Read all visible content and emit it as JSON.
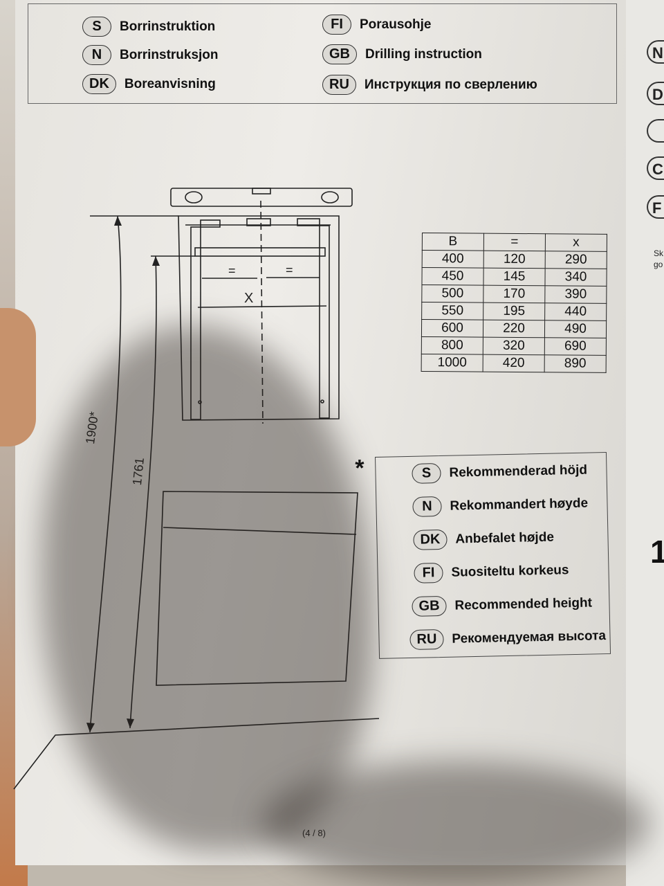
{
  "languages": [
    {
      "code": "S",
      "label": "Borrinstruktion"
    },
    {
      "code": "N",
      "label": "Borrinstruksjon"
    },
    {
      "code": "DK",
      "label": "Boreanvisning"
    },
    {
      "code": "FI",
      "label": "Porausohje"
    },
    {
      "code": "GB",
      "label": "Drilling instruction"
    },
    {
      "code": "RU",
      "label": "Инструкция по сверлению"
    }
  ],
  "diagram": {
    "equal_mark": "=",
    "x_label": "X",
    "height_recommended": "1900*",
    "height_drill": "1761"
  },
  "table": {
    "headers": [
      "B",
      "=",
      "x"
    ],
    "rows": [
      [
        "400",
        "120",
        "290"
      ],
      [
        "450",
        "145",
        "340"
      ],
      [
        "500",
        "170",
        "390"
      ],
      [
        "550",
        "195",
        "440"
      ],
      [
        "600",
        "220",
        "490"
      ],
      [
        "800",
        "320",
        "690"
      ],
      [
        "1000",
        "420",
        "890"
      ]
    ]
  },
  "recommended_height": {
    "marker": "*",
    "items": [
      {
        "code": "S",
        "label": "Rekommenderad höjd"
      },
      {
        "code": "N",
        "label": "Rekommandert høyde"
      },
      {
        "code": "DK",
        "label": "Anbefalet højde"
      },
      {
        "code": "FI",
        "label": "Suositeltu korkeus"
      },
      {
        "code": "GB",
        "label": "Recommended height"
      },
      {
        "code": "RU",
        "label": "Рекомендуемая высота"
      }
    ]
  },
  "page_number": "(4 / 8)",
  "side_page": {
    "tabs": [
      "N",
      "D",
      "",
      "C",
      "F"
    ],
    "text_lines": [
      "Sk",
      "go"
    ],
    "number": "1"
  }
}
